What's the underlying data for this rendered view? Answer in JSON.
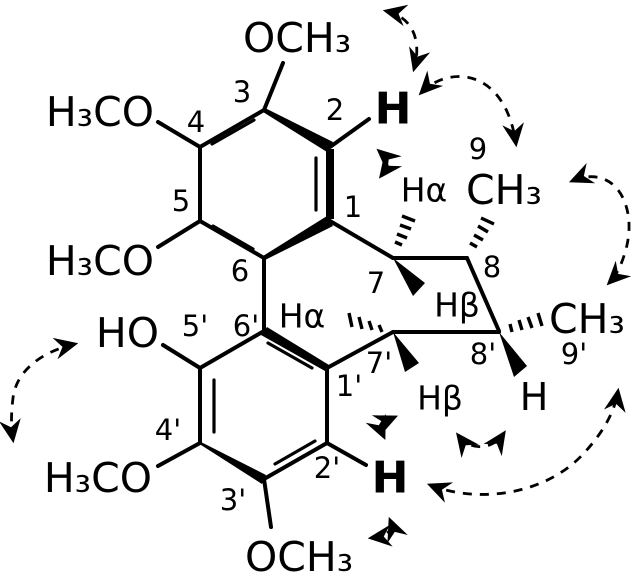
{
  "colors": {
    "bond": "#000000",
    "highlight_hydrogen": "#1a1ae0",
    "background": "#ffffff"
  },
  "substituents": {
    "ome3": "OCH₃",
    "ome4": "H₃CO",
    "ome5": "H₃CO",
    "oh5p": "HO",
    "ome4p": "H₃CO",
    "ome3p": "OCH₃",
    "me9": "CH₃",
    "me9p": "CH₃"
  },
  "hydrogens": {
    "h2": "H",
    "h2p": "H",
    "h8p": "H",
    "ha7": "Hα",
    "hb7": "Hβ",
    "ha7p": "Hα",
    "hb7p": "Hβ"
  },
  "positions": {
    "p1": "1",
    "p2": "2",
    "p3": "3",
    "p4": "4",
    "p5": "5",
    "p6": "6",
    "p7": "7",
    "p8": "8",
    "p9": "9",
    "p1p": "1'",
    "p2p": "2'",
    "p3p": "3'",
    "p4p": "4'",
    "p5p": "5'",
    "p6p": "6'",
    "p7p": "7'",
    "p8p": "8'",
    "p9p": "9'"
  },
  "noe_correlations": [
    {
      "between": [
        "OCH₃-3",
        "H-2"
      ]
    },
    {
      "between": [
        "H-2",
        "Hα-7"
      ]
    },
    {
      "between": [
        "H-2",
        "CH₃-9"
      ]
    },
    {
      "between": [
        "CH₃-9",
        "CH₃-9'"
      ]
    },
    {
      "between": [
        "CH₃-9'",
        "H-2'"
      ]
    },
    {
      "between": [
        "Hβ-7'",
        "H-8'"
      ]
    },
    {
      "between": [
        "H-2'",
        "Hβ-7'"
      ]
    },
    {
      "between": [
        "H-2'",
        "OCH₃-3'"
      ]
    },
    {
      "between": [
        "HO-5'",
        "H₃CO-4'"
      ]
    }
  ]
}
